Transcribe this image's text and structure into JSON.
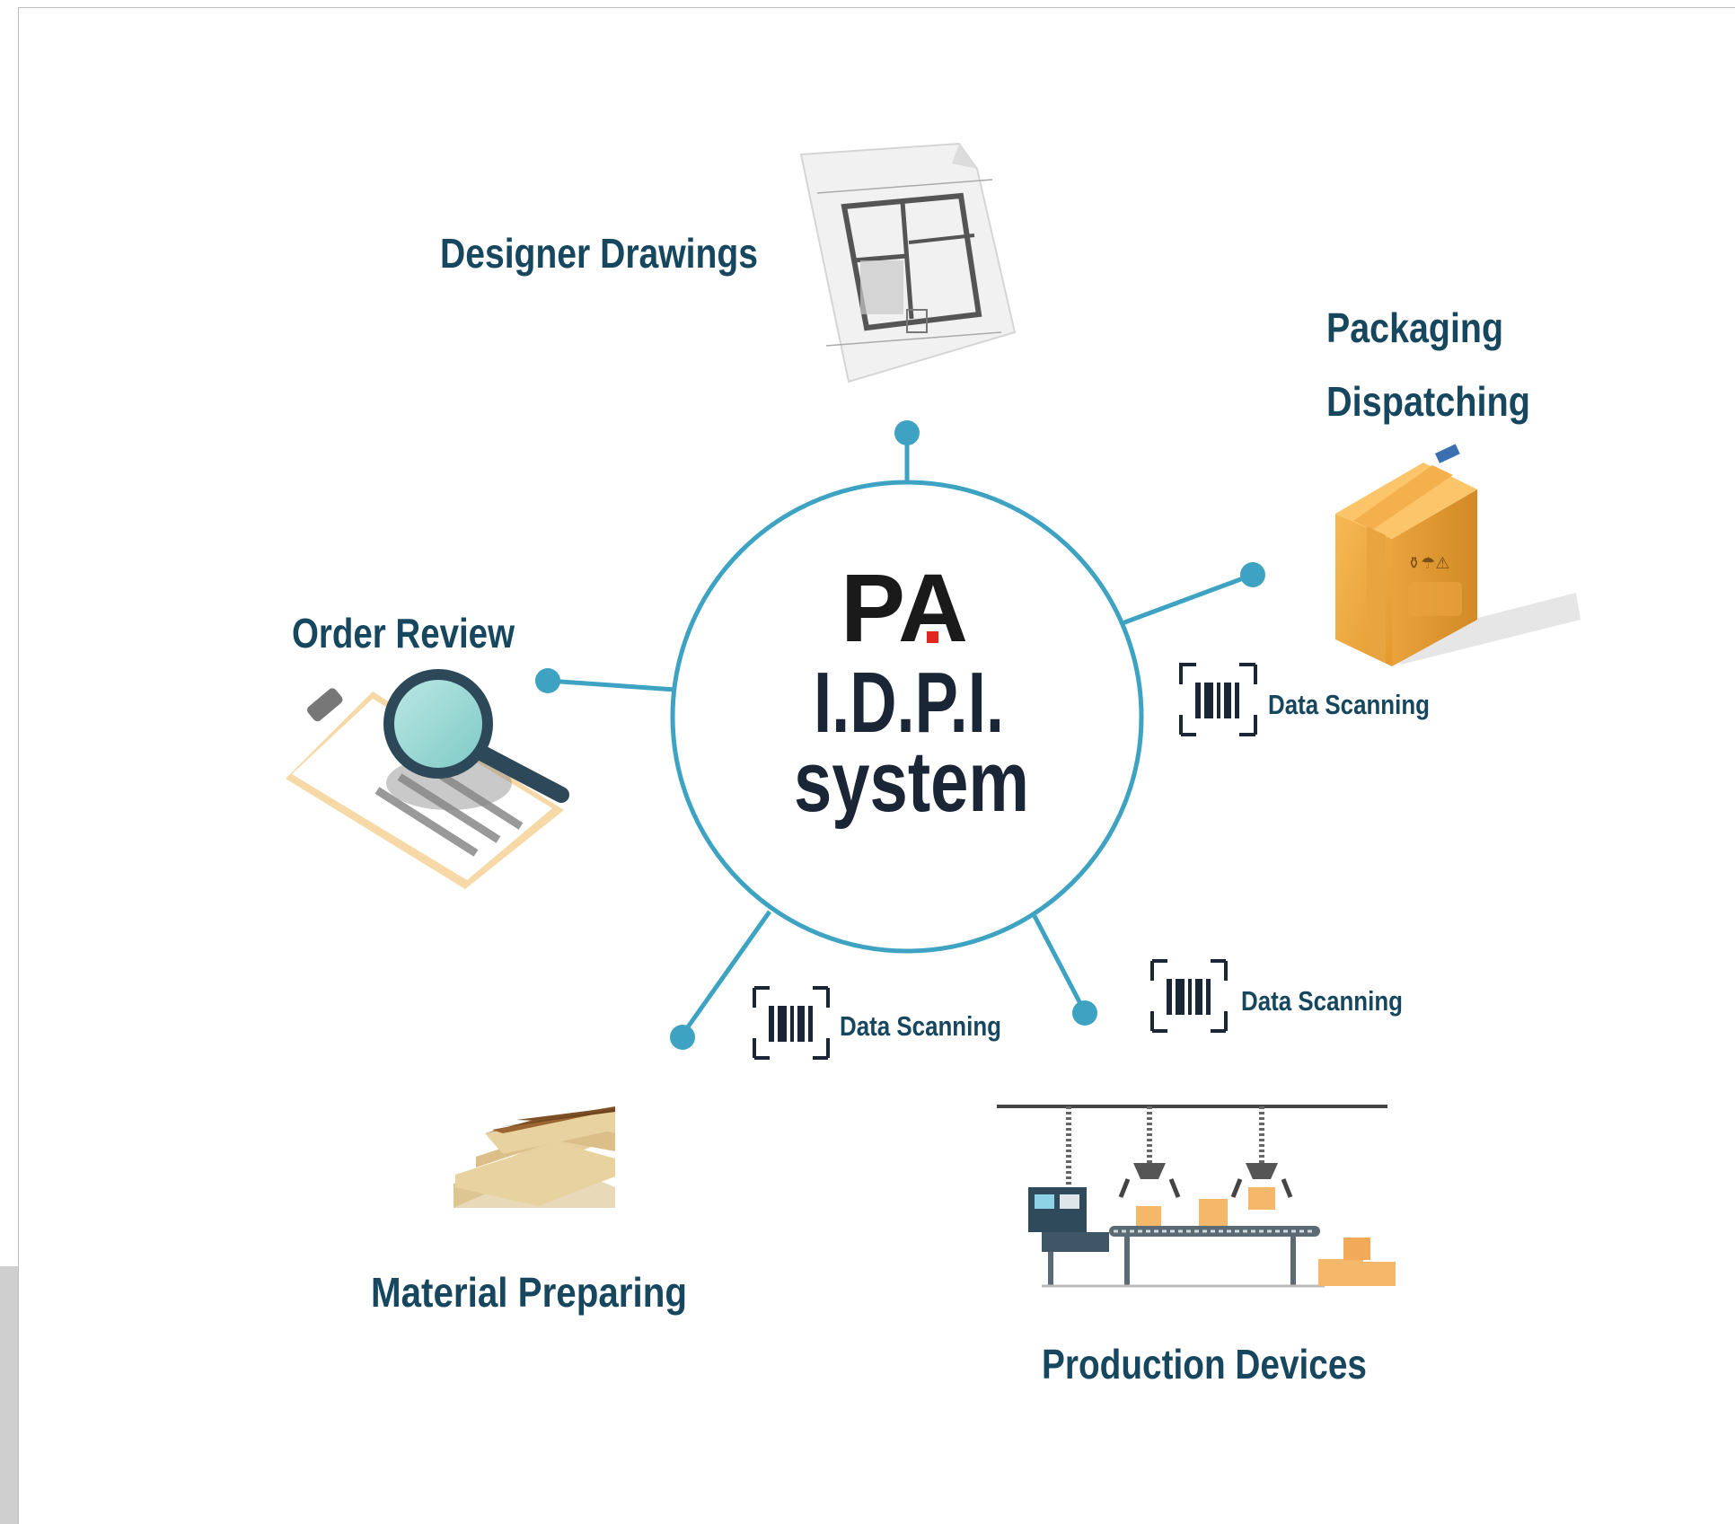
{
  "diagram": {
    "logo_text": "PA",
    "center_title_line1": "I.D.P.I.",
    "center_title_line2": "system",
    "nodes": {
      "designer": "Designer Drawings",
      "packaging_line1": "Packaging",
      "packaging_line2": "Dispatching",
      "order": "Order Review",
      "material": "Material Preparing",
      "production": "Production Devices"
    },
    "scan_label": "Data Scanning"
  },
  "colors": {
    "accent": "#3ea3c2",
    "label": "#17475f",
    "title": "#1a2535",
    "logo_red": "#e0261e"
  },
  "icons": [
    "floor-plan-icon",
    "cardboard-box-icon",
    "clipboard-magnifier-icon",
    "wood-boards-icon",
    "production-line-icon",
    "barcode-scan-icon"
  ]
}
